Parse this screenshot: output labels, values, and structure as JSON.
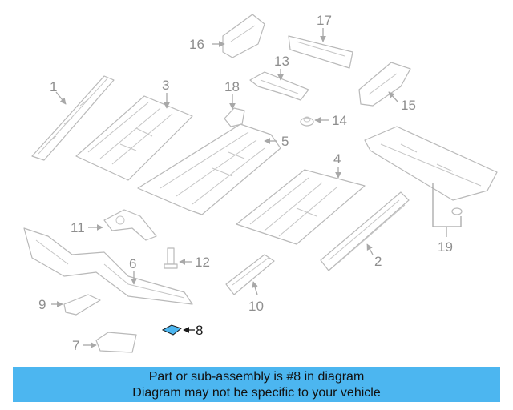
{
  "diagram": {
    "highlight_color": "#4cb6f0",
    "callouts": [
      "1",
      "2",
      "3",
      "4",
      "5",
      "6",
      "7",
      "8",
      "9",
      "10",
      "11",
      "12",
      "13",
      "14",
      "15",
      "16",
      "17",
      "18",
      "19"
    ],
    "highlighted_part": "8"
  },
  "banner": {
    "line1": "Part or sub-assembly is #8 in diagram",
    "line2": "Diagram may not be specific to your vehicle",
    "background": "#4cb6f0"
  }
}
